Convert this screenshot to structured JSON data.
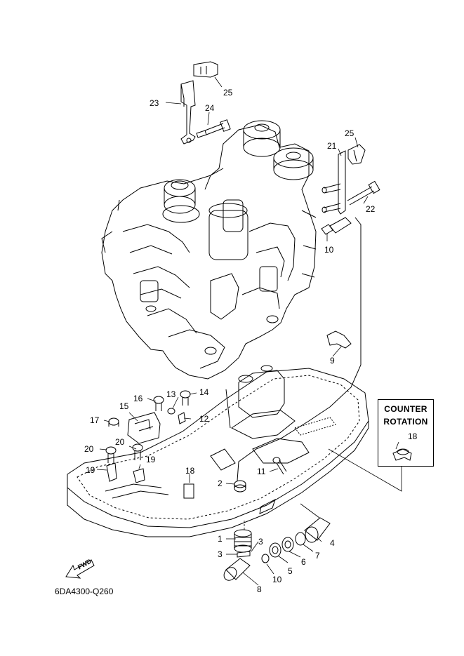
{
  "diagram": {
    "part_code": "6DA4300-Q260",
    "fwd_label": "FWD",
    "counter_rotation": {
      "line1": "COUNTER",
      "line2": "ROTATION",
      "part_number": "18"
    },
    "callouts": [
      {
        "id": "c-25a",
        "label": "25"
      },
      {
        "id": "c-23",
        "label": "23"
      },
      {
        "id": "c-24",
        "label": "24"
      },
      {
        "id": "c-25b",
        "label": "25"
      },
      {
        "id": "c-21",
        "label": "21"
      },
      {
        "id": "c-22",
        "label": "22"
      },
      {
        "id": "c-10a",
        "label": "10"
      },
      {
        "id": "c-9",
        "label": "9"
      },
      {
        "id": "c-16",
        "label": "16"
      },
      {
        "id": "c-13",
        "label": "13"
      },
      {
        "id": "c-14",
        "label": "14"
      },
      {
        "id": "c-15",
        "label": "15"
      },
      {
        "id": "c-17",
        "label": "17"
      },
      {
        "id": "c-12",
        "label": "12"
      },
      {
        "id": "c-20a",
        "label": "20"
      },
      {
        "id": "c-20b",
        "label": "20"
      },
      {
        "id": "c-19a",
        "label": "19"
      },
      {
        "id": "c-19b",
        "label": "19"
      },
      {
        "id": "c-18",
        "label": "18"
      },
      {
        "id": "c-11",
        "label": "11"
      },
      {
        "id": "c-2",
        "label": "2"
      },
      {
        "id": "c-1",
        "label": "1"
      },
      {
        "id": "c-3a",
        "label": "3"
      },
      {
        "id": "c-3b",
        "label": "3"
      },
      {
        "id": "c-4",
        "label": "4"
      },
      {
        "id": "c-5",
        "label": "5"
      },
      {
        "id": "c-6",
        "label": "6"
      },
      {
        "id": "c-7",
        "label": "7"
      },
      {
        "id": "c-8",
        "label": "8"
      },
      {
        "id": "c-10b",
        "label": "10"
      }
    ]
  }
}
